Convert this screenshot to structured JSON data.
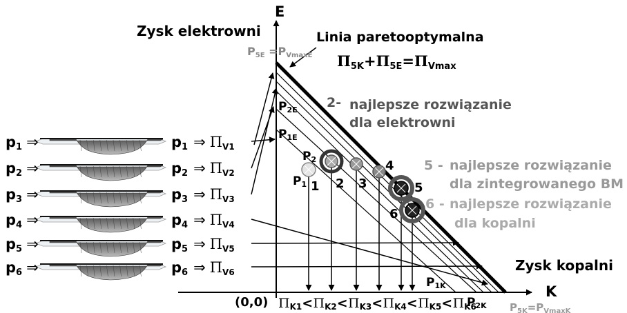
{
  "axes": {
    "y_label": "E",
    "x_label": "K",
    "y_title": "Zysk elektrowni",
    "x_title": "Zysk kopalni",
    "origin": "(0,0)"
  },
  "pareto": {
    "title": "Linia paretooptymalna",
    "formula": {
      "a": "Π",
      "a_sub": "5K",
      "plus": "+",
      "b": "Π",
      "b_sub": "5E",
      "eq": "=",
      "c": "Π",
      "c_sub": "Vmax"
    }
  },
  "labels": {
    "p5e": {
      "a": "P",
      "a_sub": "5E",
      "eq": " =P",
      "b_sub": "VmaxE"
    },
    "p2e": {
      "t": "P",
      "sub": "2E"
    },
    "p1e": {
      "t": "P",
      "sub": "1E"
    },
    "p1k": {
      "t": "P",
      "sub": "1K"
    },
    "p2k": {
      "t": "P",
      "sub": "2K"
    },
    "p5k": {
      "a": "P",
      "a_sub": "5K",
      "eq": "=P",
      "b_sub": "VmaxK"
    },
    "p2": {
      "t": "P",
      "sub": "2"
    },
    "p1": {
      "t": "P",
      "sub": "1"
    },
    "n1": "1",
    "n2": "2",
    "n3": "3",
    "n4": "4",
    "n5": "5",
    "n6": "6"
  },
  "annotations": {
    "best_e_num": "2-",
    "best_e_l1": "najlepsze rozwiązanie",
    "best_e_l2": "dla elektrowni",
    "best_bm_num": "5 -",
    "best_bm_l1": "najlepsze rozwiązanie",
    "best_bm_l2": "dla zintegrowanego BM",
    "best_k_num": "6 -",
    "best_k_l1": "najlepsze rozwiązanie",
    "best_k_l2": "dla kopalni"
  },
  "left_rows": [
    {
      "p": "p",
      "sub": "1",
      "pi_sub": "V1"
    },
    {
      "p": "p",
      "sub": "2",
      "pi_sub": "V2"
    },
    {
      "p": "p",
      "sub": "3",
      "pi_sub": "V3"
    },
    {
      "p": "p",
      "sub": "4",
      "pi_sub": "V4"
    },
    {
      "p": "p",
      "sub": "5",
      "pi_sub": "V5"
    },
    {
      "p": "p",
      "sub": "6",
      "pi_sub": "V6"
    }
  ],
  "symbols": {
    "arrow": "⇒",
    "pi": "Π",
    "lt": "<"
  },
  "bottom_chain": [
    "K1",
    "K2",
    "K3",
    "K4",
    "K5",
    "K6"
  ]
}
